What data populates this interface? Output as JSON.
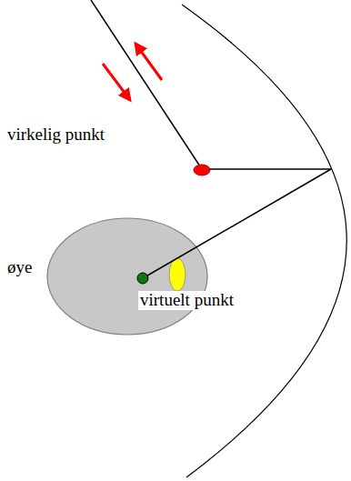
{
  "diagram": {
    "labels": [
      "virkelig punkt",
      "øye",
      "virtuelt punkt"
    ]
  }
}
